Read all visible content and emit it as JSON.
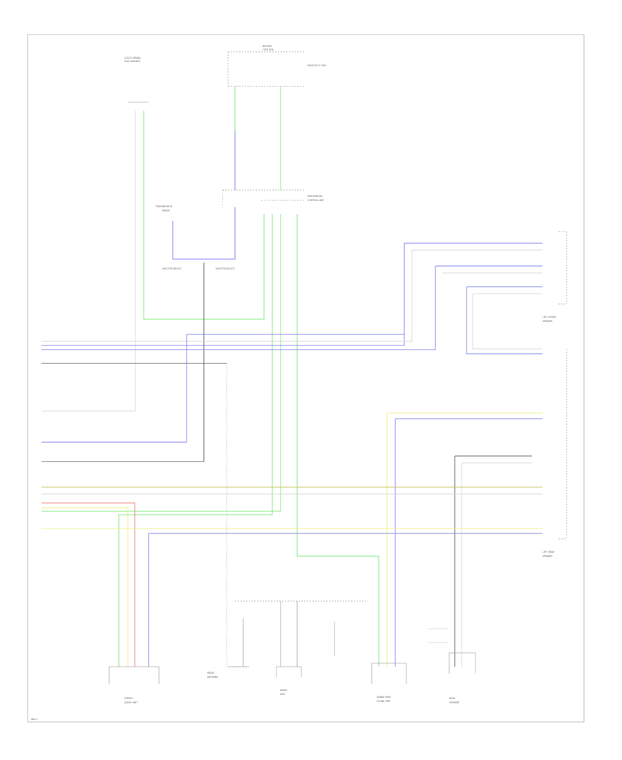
{
  "diagram": {
    "wire_colors": {
      "green": "#7ee87e",
      "blue": "#7f7ff0",
      "dark": "#606060",
      "gray": "#b0b0b0",
      "yellow": "#f2f28a",
      "olive": "#c9c96a",
      "red": "#f08080",
      "light": "#d8d8d8"
    },
    "labels": {
      "fuse_box_top": "BATTERY",
      "fuse_box_sub": "FUSE BOX",
      "fuse_right": "RADIO ECU FUSE",
      "top_left_comp": "CLOCK SPRING",
      "top_left_sub": "SUB HARNESS",
      "mid_top_comp": "INTEGRATION",
      "mid_top_sub": "CONTROL UNIT",
      "left_mid_comp": "TRANSMISSION",
      "left_mid_sub": "RANGE",
      "jb_left": "JUNCTION BLOCK",
      "jb_right": "JUNCTION BLOCK",
      "right_top_comp": "LEFT FRONT",
      "right_top_sub": "SPEAKER",
      "right_bottom_comp": "LEFT REAR",
      "right_bottom_sub": "SPEAKER",
      "bottom_1": "STEREO",
      "bottom_1b": "AUDIO UNIT",
      "bottom_2": "RADIO",
      "bottom_2b": "ANTENNA",
      "bottom_3": "AUDIO",
      "bottom_3b": "UNIT",
      "bottom_4": "HANDS FREE",
      "bottom_4b": "PHONE UNIT",
      "bottom_5": "REAR",
      "bottom_5b": "SPEAKER",
      "footer": "WD-4"
    }
  }
}
